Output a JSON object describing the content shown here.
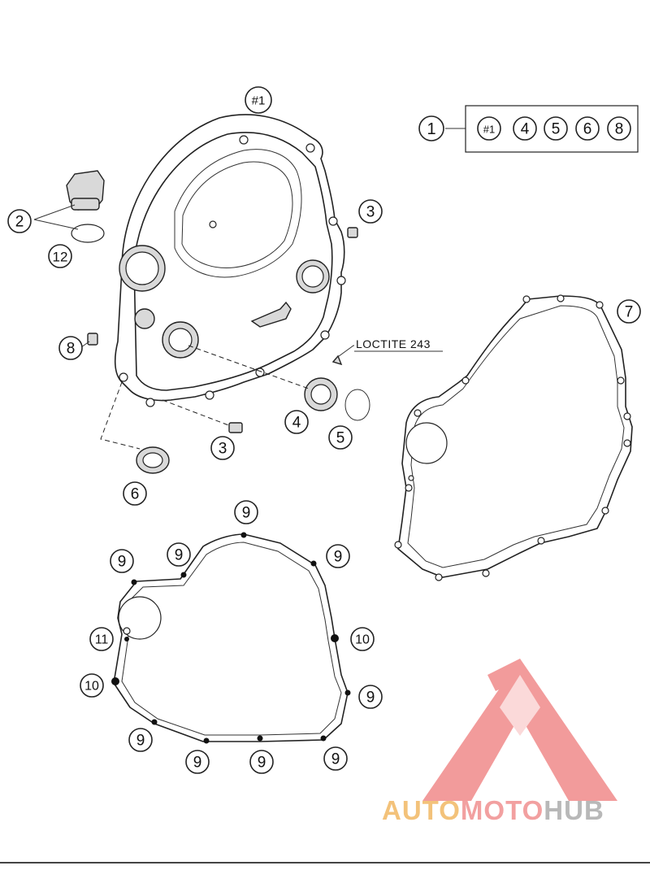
{
  "callouts": {
    "ref_1": "#1",
    "c2": "2",
    "c3_top": "3",
    "c3_bottom": "3",
    "c4": "4",
    "c5": "5",
    "c6": "6",
    "c7": "7",
    "c8": "8",
    "c12": "12"
  },
  "kit": {
    "number": "1",
    "members": [
      "#1",
      "4",
      "5",
      "6",
      "8"
    ]
  },
  "note": "LOCTITE 243",
  "gasket_callouts": {
    "nine": "9",
    "ten": "10",
    "eleven": "11"
  },
  "watermark": {
    "part1": "AUTO",
    "part2": "MOTO",
    "part3": "HUB",
    "colors": {
      "auto": "#f3c27a",
      "moto": "#f2a0a0",
      "hub": "#b8b8b8",
      "triangle": "#f08a8a"
    }
  }
}
